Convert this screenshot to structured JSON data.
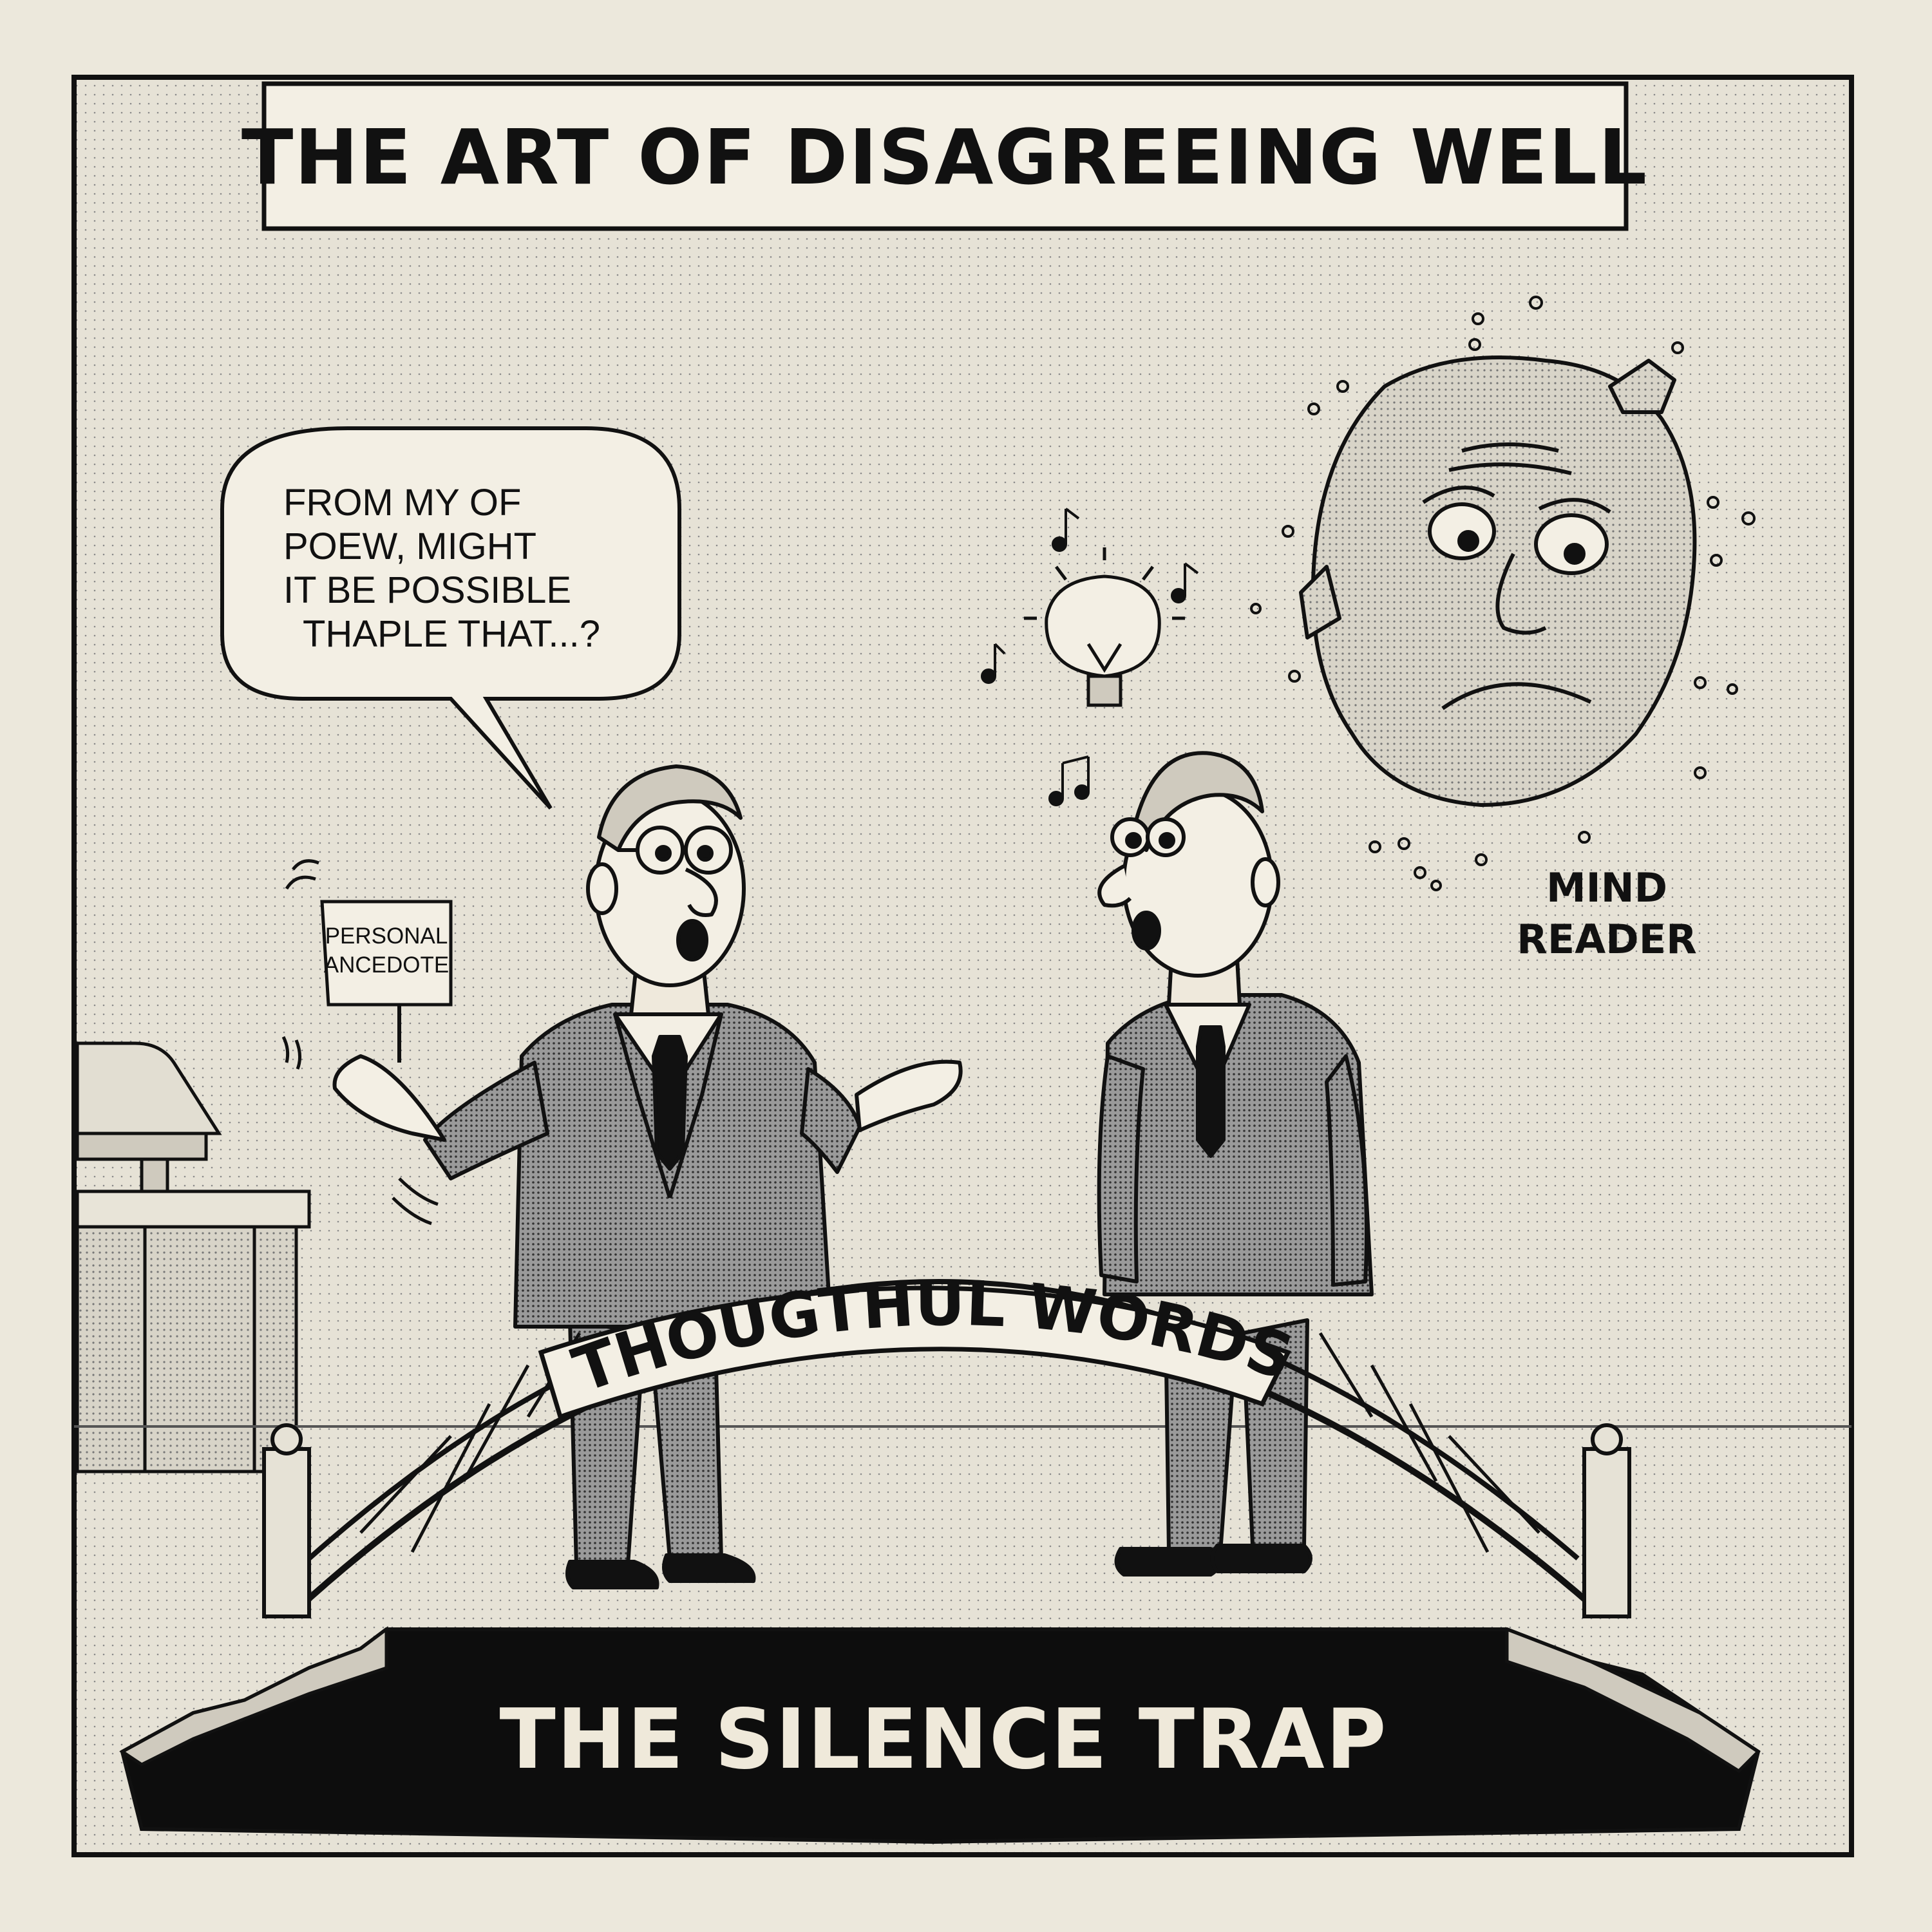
{
  "title": "THE ART OF DISAGREEING WELL",
  "speech_bubble": {
    "lines": [
      "FROM MY OF",
      "POEW, MIGHT",
      "IT BE POSSIBLE",
      "THAPLE THAT...?"
    ]
  },
  "anecdote_sign": {
    "lines": [
      "PERSONAL",
      "ANCEDOTE"
    ]
  },
  "mind_reader_label": {
    "lines": [
      "MIND",
      "READER"
    ]
  },
  "bridge_label": "THOUGTHUL WORDS",
  "chasm_label": "THE SILENCE TRAP",
  "palette": {
    "paper": "#ece8dc",
    "ink": "#111111",
    "suit": "#9a9a9a",
    "chasm": "#0d0d0d"
  },
  "icons": [
    "lightbulb-icon",
    "music-note-icon"
  ]
}
